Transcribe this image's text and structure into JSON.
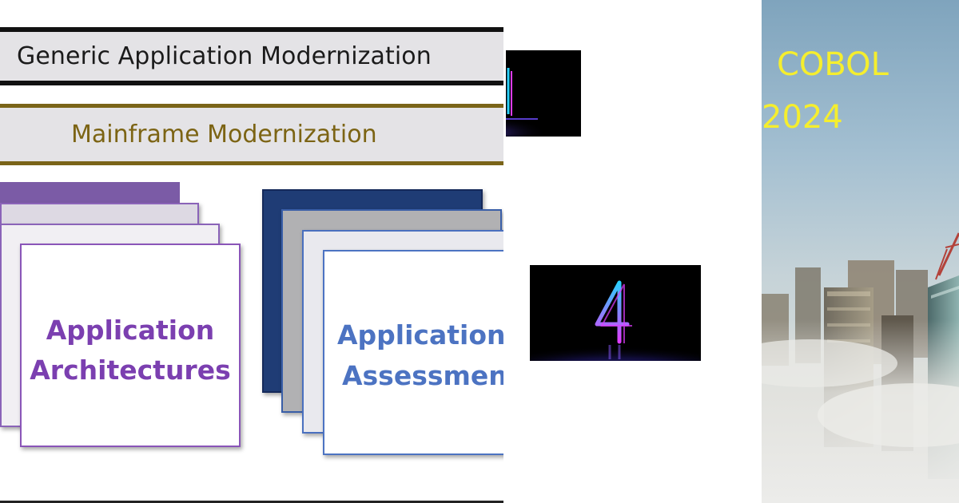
{
  "diagram": {
    "generic_band": {
      "label": "Generic Application Modernization",
      "line_color": "#111111"
    },
    "mainframe_band": {
      "label": "Mainframe Modernization",
      "line_color": "#7a6418",
      "text_color": "#7c6414"
    },
    "stack_architectures": {
      "line1": "Application",
      "line2": "Architectures",
      "accent": "#7b3fb0"
    },
    "stack_assessment": {
      "line1": "Application",
      "line2": "Assessment",
      "accent": "#4c73c2"
    }
  },
  "thumbnails": {
    "top": {
      "icon": "neon-digit-icon",
      "colors": [
        "#2ad0ff",
        "#e03cff"
      ]
    },
    "main": {
      "digit": "4",
      "icon": "neon-digit-four-icon",
      "colors": [
        "#2ad0ff",
        "#e03cff",
        "#4b57ff"
      ]
    }
  },
  "photo": {
    "title_line1": "COBOL",
    "title_line2": "2024",
    "title_color": "#f5ee2e",
    "scene": "city-skyline-in-fog"
  }
}
